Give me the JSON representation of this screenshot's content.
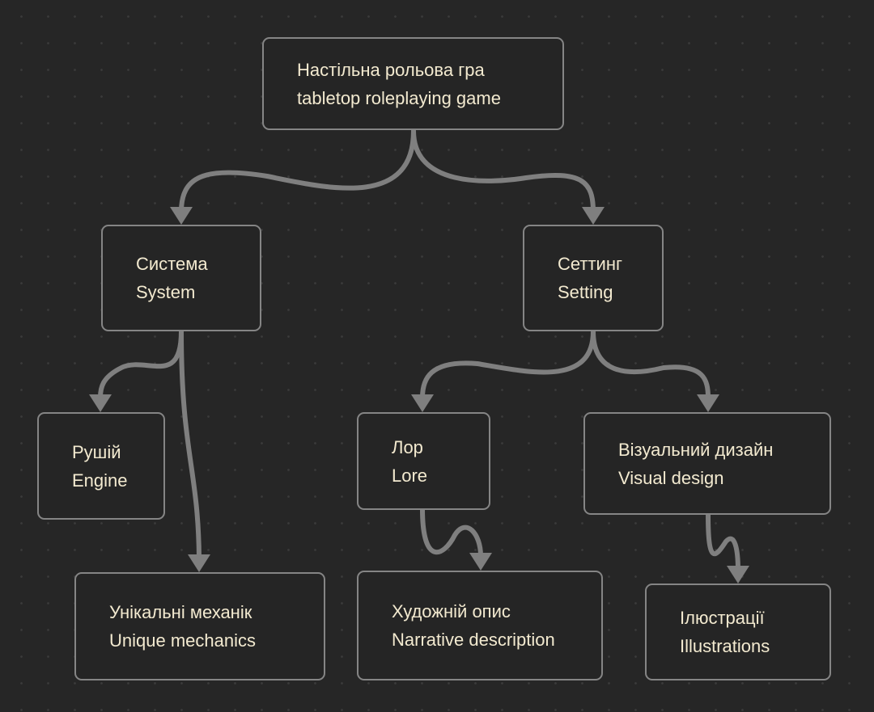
{
  "diagram": {
    "title": "tabletop roleplaying game mind map",
    "colors": {
      "background": "#262626",
      "node_border": "#858585",
      "edge": "#7f7f7f",
      "text": "#f3ead0"
    },
    "nodes": {
      "root": {
        "uk": "Настільна рольова гра",
        "en": "tabletop roleplaying game"
      },
      "system": {
        "uk": "Система",
        "en": "System"
      },
      "setting": {
        "uk": "Сеттинг",
        "en": "Setting"
      },
      "engine": {
        "uk": "Рушій",
        "en": "Engine"
      },
      "mechanics": {
        "uk": "Унікальні механік",
        "en": "Unique mechanics"
      },
      "lore": {
        "uk": "Лор",
        "en": "Lore"
      },
      "visual": {
        "uk": "Візуальний дизайн",
        "en": "Visual design"
      },
      "narrative": {
        "uk": "Художній опис",
        "en": "Narrative description"
      },
      "illustrations": {
        "uk": "Ілюстрації",
        "en": "Illustrations"
      }
    },
    "edges": [
      {
        "from": "root",
        "to": "system"
      },
      {
        "from": "root",
        "to": "setting"
      },
      {
        "from": "system",
        "to": "engine"
      },
      {
        "from": "system",
        "to": "mechanics"
      },
      {
        "from": "setting",
        "to": "lore"
      },
      {
        "from": "setting",
        "to": "visual"
      },
      {
        "from": "lore",
        "to": "narrative"
      },
      {
        "from": "visual",
        "to": "illustrations"
      }
    ]
  }
}
